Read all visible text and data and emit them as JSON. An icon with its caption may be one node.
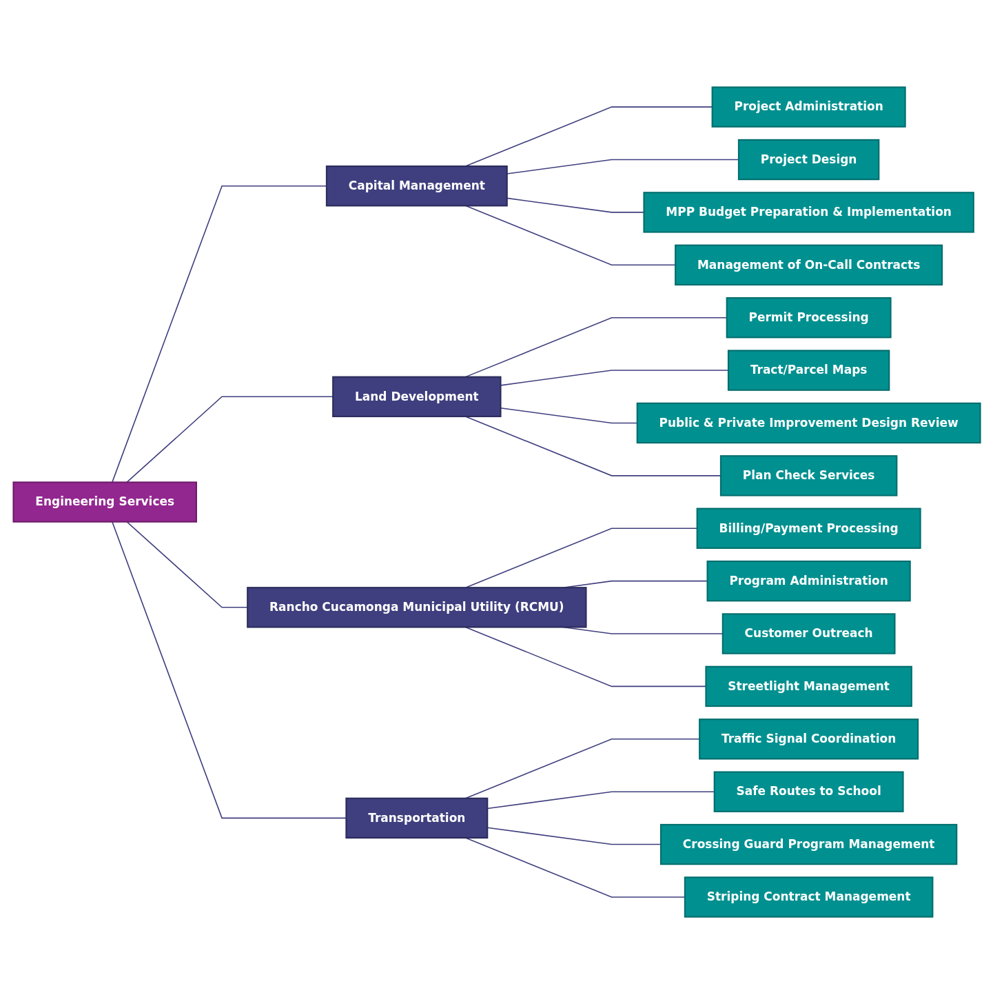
{
  "diagram": {
    "nodes": [
      {
        "text": [
          "Engineering Services"
        ]
      },
      {
        "text": [
          "Capital Management"
        ]
      },
      {
        "text": [
          "Project Administration"
        ]
      },
      {
        "text": [
          "Project Design"
        ]
      },
      {
        "text": [
          "MPP Budget Preparation & Implementation"
        ]
      },
      {
        "text": [
          "Management of On-Call Contracts"
        ]
      },
      {
        "text": [
          "Land Development"
        ]
      },
      {
        "text": [
          "Permit Processing"
        ]
      },
      {
        "text": [
          "Tract/Parcel Maps"
        ]
      },
      {
        "text": [
          "Public & Private Improvement Design Review"
        ]
      },
      {
        "text": [
          "Plan Check Services"
        ]
      },
      {
        "text": [
          "Rancho Cucamonga Municipal Utility (RCMU)"
        ]
      },
      {
        "text": [
          "Billing/Payment Processing"
        ]
      },
      {
        "text": [
          "Program Administration"
        ]
      },
      {
        "text": [
          "Customer Outreach"
        ]
      },
      {
        "text": [
          "Streetlight Management"
        ]
      },
      {
        "text": [
          "Transportation"
        ]
      },
      {
        "text": [
          "Traffic Signal Coordination"
        ]
      },
      {
        "text": [
          "Safe Routes to School"
        ]
      },
      {
        "text": [
          "Crossing Guard Program Management"
        ]
      },
      {
        "text": [
          "Striping Contract Management"
        ]
      }
    ],
    "edges": [
      {
        "from": 0,
        "to": 1,
        "arrow": "none"
      },
      {
        "from": 0,
        "to": 6,
        "arrow": "none"
      },
      {
        "from": 0,
        "to": 11,
        "arrow": "none"
      },
      {
        "from": 0,
        "to": 16,
        "arrow": "none"
      },
      {
        "from": 1,
        "to": 2,
        "arrow": "none"
      },
      {
        "from": 1,
        "to": 3,
        "arrow": "none"
      },
      {
        "from": 1,
        "to": 4,
        "arrow": "none"
      },
      {
        "from": 1,
        "to": 5,
        "arrow": "none"
      },
      {
        "from": 6,
        "to": 7,
        "arrow": "none"
      },
      {
        "from": 6,
        "to": 8,
        "arrow": "none"
      },
      {
        "from": 6,
        "to": 9,
        "arrow": "none"
      },
      {
        "from": 6,
        "to": 10,
        "arrow": "none"
      },
      {
        "from": 11,
        "to": 12,
        "arrow": "none"
      },
      {
        "from": 11,
        "to": 13,
        "arrow": "none"
      },
      {
        "from": 11,
        "to": 14,
        "arrow": "none"
      },
      {
        "from": 11,
        "to": 15,
        "arrow": "none"
      },
      {
        "from": 16,
        "to": 17,
        "arrow": "none"
      },
      {
        "from": 16,
        "to": 18,
        "arrow": "none"
      },
      {
        "from": 16,
        "to": 19,
        "arrow": "none"
      },
      {
        "from": 16,
        "to": 20,
        "arrow": "none"
      }
    ]
  }
}
